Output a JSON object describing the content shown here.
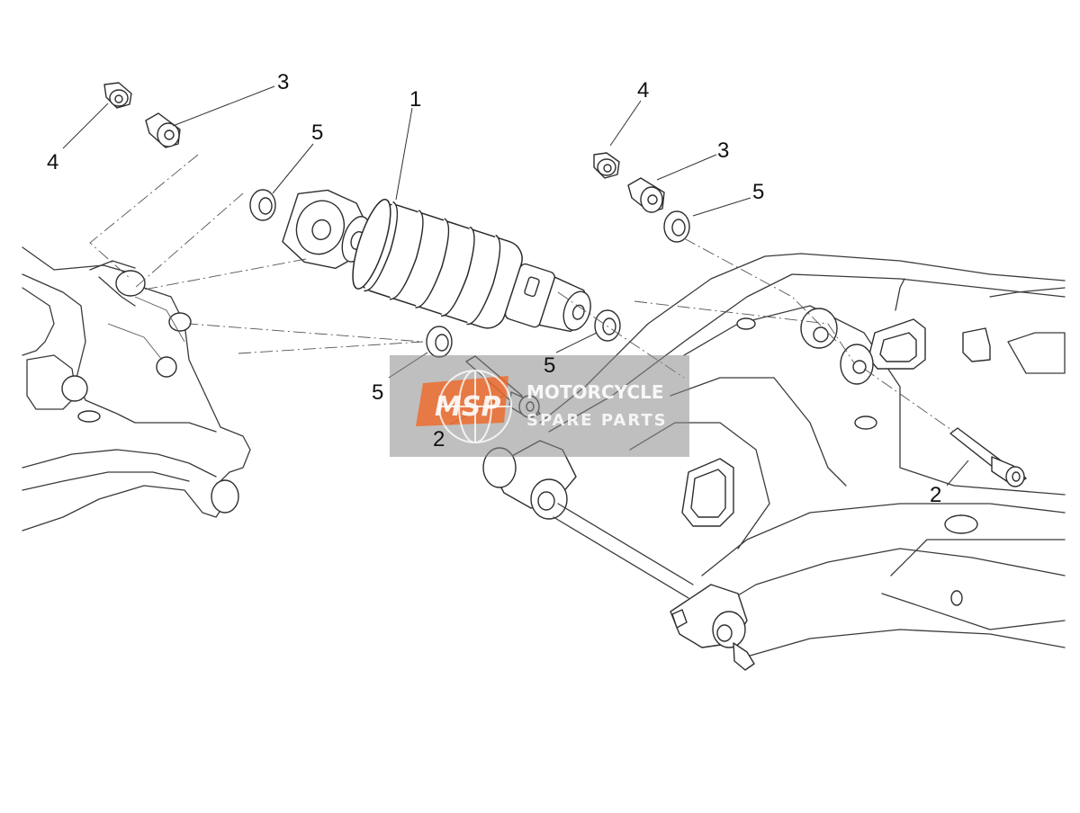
{
  "callouts": [
    {
      "id": "c1",
      "label": "1"
    },
    {
      "id": "c3a",
      "label": "3"
    },
    {
      "id": "c4a",
      "label": "4"
    },
    {
      "id": "c5a",
      "label": "5"
    },
    {
      "id": "c4b",
      "label": "4"
    },
    {
      "id": "c3b",
      "label": "3"
    },
    {
      "id": "c5b",
      "label": "5"
    },
    {
      "id": "c5c",
      "label": "5"
    },
    {
      "id": "c5d",
      "label": "5"
    },
    {
      "id": "c2a",
      "label": "2"
    },
    {
      "id": "c2b",
      "label": "2"
    }
  ],
  "watermark": {
    "logo": "MSP",
    "line1": "MOTORCYCLE",
    "line2": "SPARE PARTS",
    "accent": "#f26522",
    "panel": "#8a8a8a"
  }
}
